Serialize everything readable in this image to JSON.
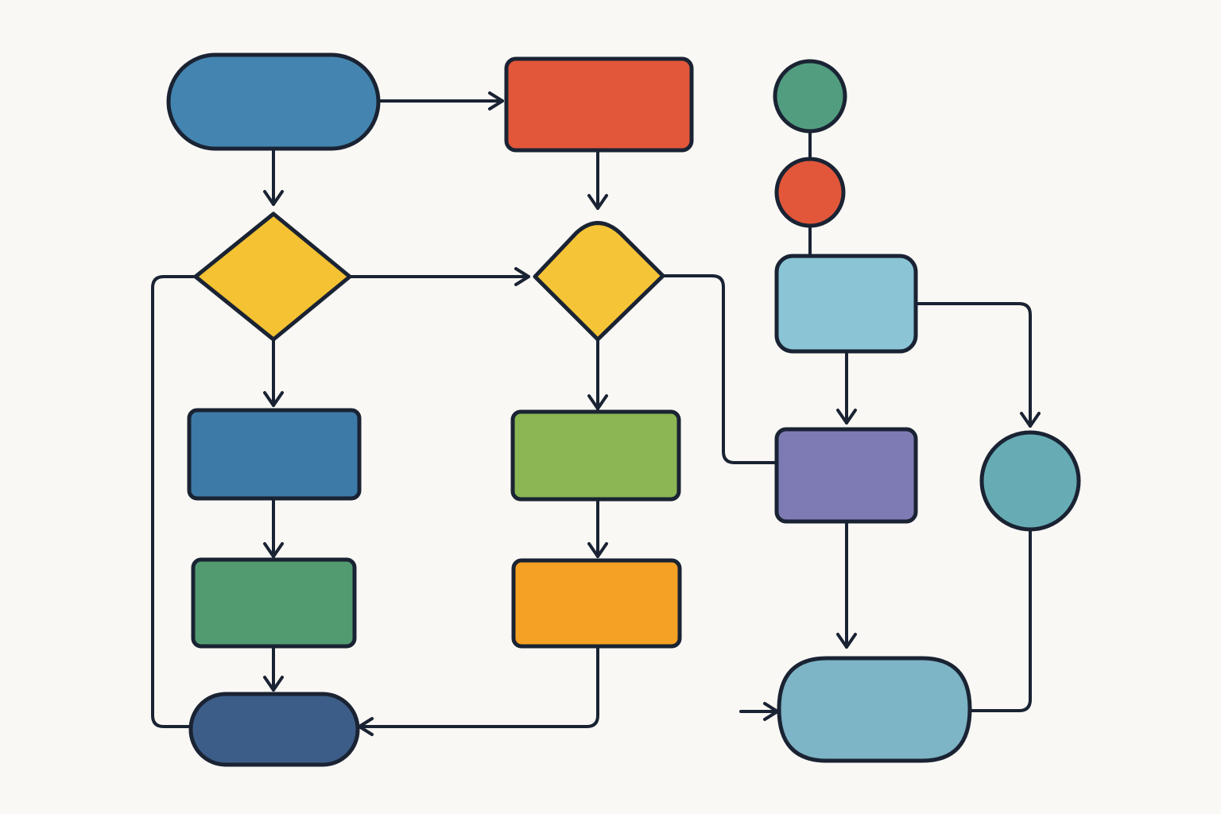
{
  "diagram": {
    "type": "flowchart",
    "node_colors": {
      "start_terminal": "#4385b0",
      "process_red": "#e2573a",
      "decision_left": "#f4c233",
      "decision_right": "#f6c437",
      "process_blue": "#3d7aa8",
      "process_lime": "#8ab653",
      "process_green": "#529b71",
      "process_orange": "#f5a124",
      "end_terminal": "#3c5d87",
      "connector_green": "#529d80",
      "connector_red": "#e2573a",
      "process_lightblue": "#8ac4d5",
      "process_purple": "#7e7bb4",
      "connector_teal": "#67acb4",
      "end_terminal_right": "#7db4c6"
    },
    "edges": [
      {
        "from": "start-terminal",
        "to": "process-red"
      },
      {
        "from": "start-terminal",
        "to": "decision-left"
      },
      {
        "from": "process-red",
        "to": "decision-right"
      },
      {
        "from": "decision-left",
        "to": "decision-right"
      },
      {
        "from": "decision-left",
        "to": "end-terminal"
      },
      {
        "from": "decision-left",
        "to": "process-blue"
      },
      {
        "from": "process-blue",
        "to": "process-green"
      },
      {
        "from": "process-green",
        "to": "end-terminal"
      },
      {
        "from": "decision-right",
        "to": "process-lime"
      },
      {
        "from": "decision-right",
        "to": "process-purple"
      },
      {
        "from": "process-lime",
        "to": "process-orange"
      },
      {
        "from": "process-orange",
        "to": "end-terminal"
      },
      {
        "from": "connector-green",
        "to": "connector-red"
      },
      {
        "from": "connector-red",
        "to": "process-lightblue"
      },
      {
        "from": "process-lightblue",
        "to": "process-purple"
      },
      {
        "from": "process-lightblue",
        "to": "connector-teal"
      },
      {
        "from": "process-purple",
        "to": "end-terminal-right"
      },
      {
        "from": "connector-teal",
        "to": "end-terminal-right"
      }
    ]
  }
}
